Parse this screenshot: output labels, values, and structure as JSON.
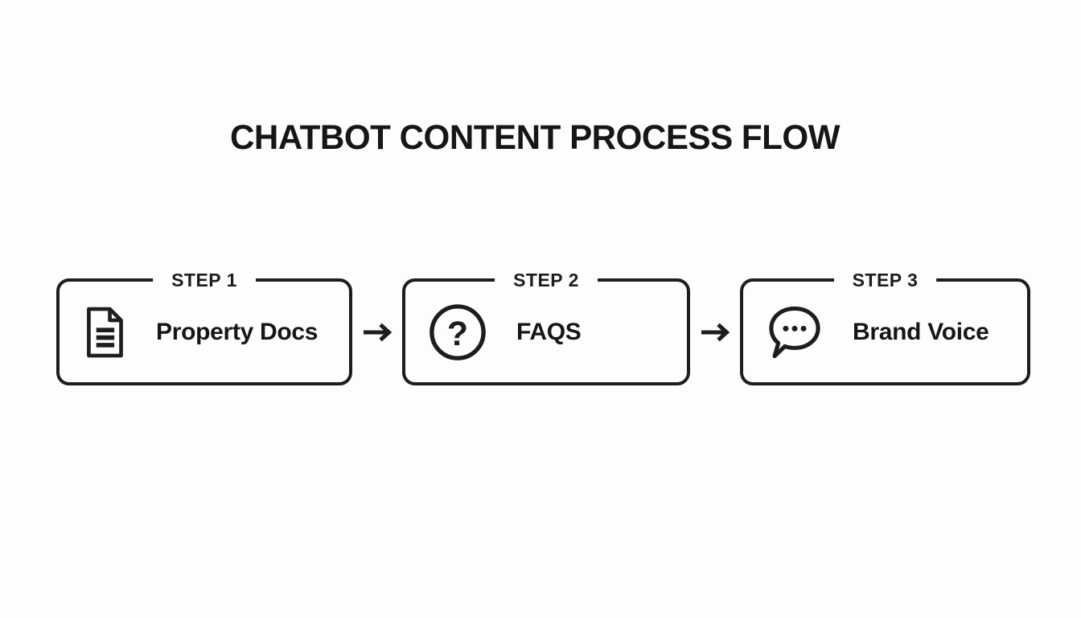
{
  "page": {
    "title": "CHATBOT CONTENT PROCESS FLOW"
  },
  "colors": {
    "background": "#fdfdfd",
    "ink": "#1d1d1d"
  },
  "steps": [
    {
      "label": "STEP 1",
      "name": "Property Docs",
      "icon": "document-icon"
    },
    {
      "label": "STEP 2",
      "name": "FAQS",
      "icon": "question-circle-icon"
    },
    {
      "label": "STEP 3",
      "name": "Brand Voice",
      "icon": "speech-bubble-icon"
    }
  ],
  "connectors": [
    {
      "icon": "arrow-right-icon"
    },
    {
      "icon": "arrow-right-icon"
    }
  ]
}
